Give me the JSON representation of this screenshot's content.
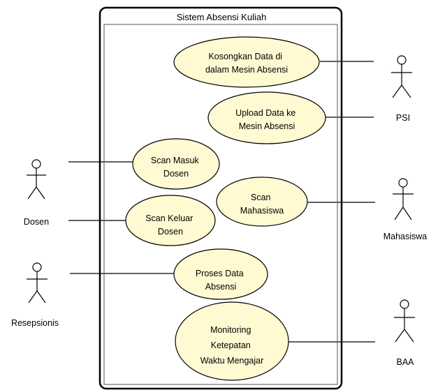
{
  "system": {
    "title": "Sistem Absensi Kuliah"
  },
  "colors": {
    "usecase_fill": "#fffad2",
    "line": "#000000",
    "background": "#ffffff"
  },
  "use_cases": [
    {
      "id": "kosongkan",
      "lines": [
        "Kosongkan Data di",
        "dalam Mesin Absensi"
      ]
    },
    {
      "id": "upload",
      "lines": [
        "Upload Data ke",
        "Mesin Absensi"
      ]
    },
    {
      "id": "scan-masuk",
      "lines": [
        "Scan Masuk",
        "Dosen"
      ]
    },
    {
      "id": "scan-mahasiswa",
      "lines": [
        "Scan",
        "Mahasiswa"
      ]
    },
    {
      "id": "scan-keluar",
      "lines": [
        "Scan Keluar",
        "Dosen"
      ]
    },
    {
      "id": "proses",
      "lines": [
        "Proses Data",
        "Absensi"
      ]
    },
    {
      "id": "monitoring",
      "lines": [
        "Monitoring",
        "Ketepatan",
        "Waktu Mengajar"
      ]
    }
  ],
  "actors": [
    {
      "id": "psi",
      "label": "PSI"
    },
    {
      "id": "dosen",
      "label": "Dosen"
    },
    {
      "id": "mahasiswa",
      "label": "Mahasiswa"
    },
    {
      "id": "resepsionis",
      "label": "Resepsionis"
    },
    {
      "id": "baa",
      "label": "BAA"
    }
  ],
  "associations": [
    {
      "actor": "psi",
      "use_case": "kosongkan"
    },
    {
      "actor": "psi",
      "use_case": "upload"
    },
    {
      "actor": "dosen",
      "use_case": "scan-masuk"
    },
    {
      "actor": "dosen",
      "use_case": "scan-keluar"
    },
    {
      "actor": "mahasiswa",
      "use_case": "scan-mahasiswa"
    },
    {
      "actor": "resepsionis",
      "use_case": "proses"
    },
    {
      "actor": "baa",
      "use_case": "monitoring"
    }
  ]
}
